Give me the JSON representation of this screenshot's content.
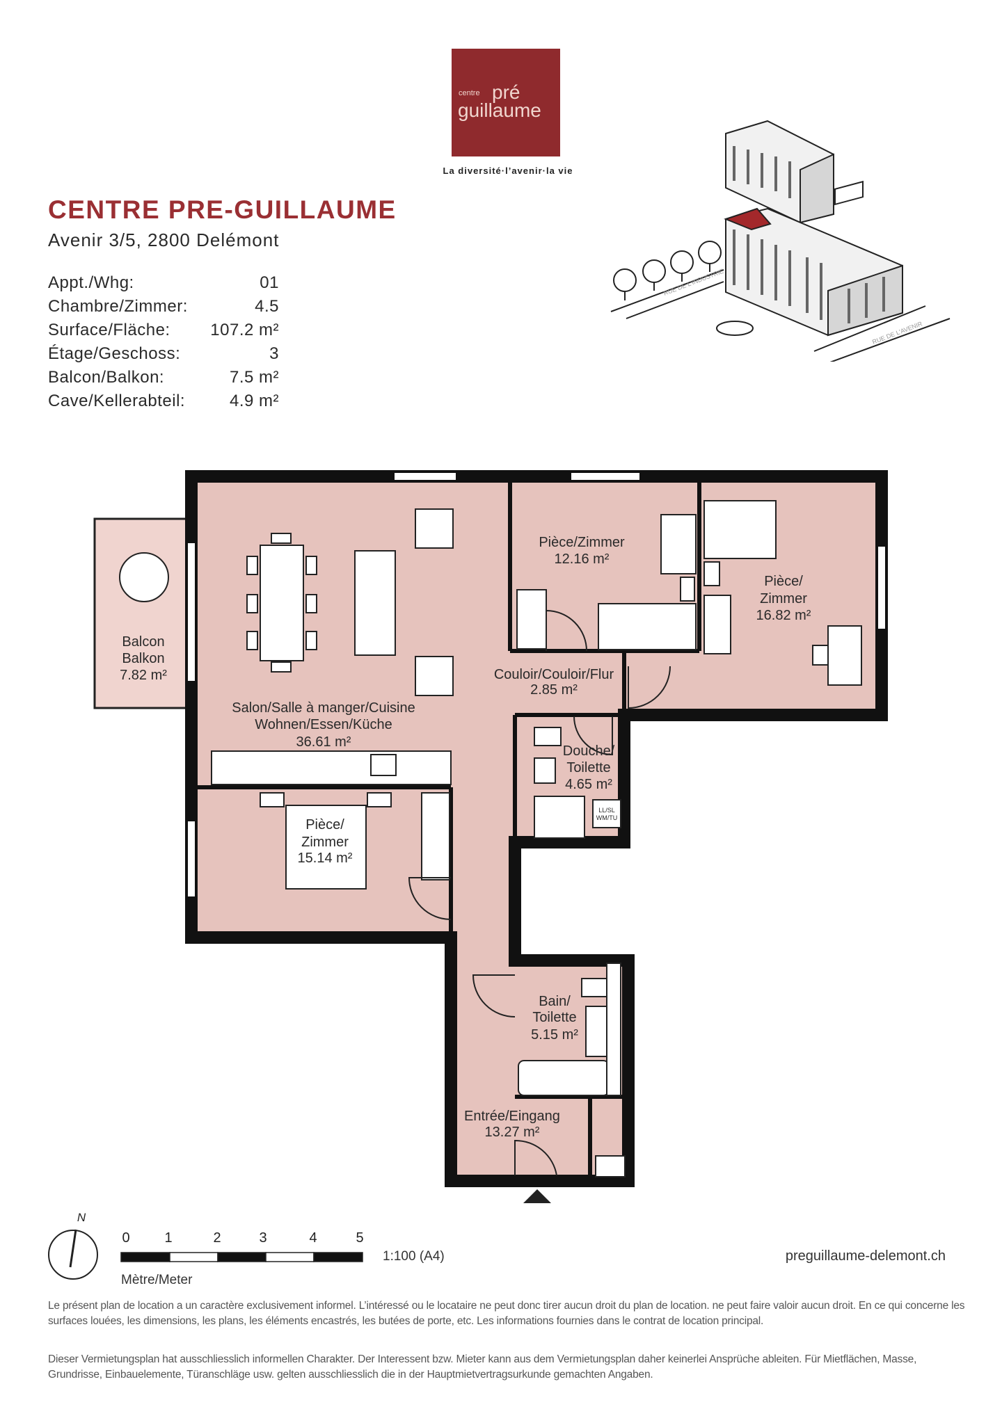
{
  "logo": {
    "line1": "centre",
    "line2": "pré",
    "line3": "guillaume",
    "tagline": "La diversité·l’avenir·la vie"
  },
  "header": {
    "title": "CENTRE PRE-GUILLAUME",
    "address": "Avenir 3/5, 2800 Delémont"
  },
  "info": [
    {
      "label": "Appt./Whg:",
      "value": "01"
    },
    {
      "label": "Chambre/Zimmer:",
      "value": "4.5"
    },
    {
      "label": "Surface/Fläche:",
      "value": "107.2 m²"
    },
    {
      "label": "Étage/Geschoss:",
      "value": "3"
    },
    {
      "label": "Balcon/Balkon:",
      "value": "7.5 m²"
    },
    {
      "label": "Cave/Kellerabteil:",
      "value": "4.9 m²"
    }
  ],
  "building": {
    "street1": "RUE DE L'INDUSTRIE",
    "street2": "RUE DE L'AVENIR",
    "highlight_color": "#a3282b"
  },
  "rooms": {
    "balcony": [
      "Balcon",
      "Balkon",
      "7.82 m²"
    ],
    "room1216": [
      "Pièce/Zimmer",
      "12.16 m²"
    ],
    "room1682": [
      "Pièce/",
      "Zimmer",
      "16.82 m²"
    ],
    "corridor": [
      "Couloir/Couloir/Flur",
      "2.85 m²"
    ],
    "living": [
      "Salon/Salle à manger/Cuisine",
      "Wohnen/Essen/Küche",
      "36.61 m²"
    ],
    "shower": [
      "Douche/",
      "Toilette",
      "4.65 m²"
    ],
    "laundry": [
      "LL/SL",
      "WM/TU"
    ],
    "room1514": [
      "Pièce/",
      "Zimmer",
      "15.14 m²"
    ],
    "bath": [
      "Bain/",
      "Toilette",
      "5.15 m²"
    ],
    "entry": [
      "Entrée/Eingang",
      "13.27 m²"
    ]
  },
  "colors": {
    "floor": "#e6c3bd",
    "brand": "#9a2f33"
  },
  "scale": {
    "north": "N",
    "ticks": [
      "0",
      "1",
      "2",
      "3",
      "4",
      "5"
    ],
    "unit": "Mètre/Meter",
    "ratio": "1:100 (A4)",
    "website": "preguillaume-delemont.ch"
  },
  "footer": {
    "fr": "Le présent plan de location a un caractère exclusivement informel. L’intéressé ou le locataire ne peut donc tirer aucun droit du plan de location. ne peut faire valoir aucun droit. En ce qui concerne les surfaces louées, les dimensions, les plans, les éléments encastrés, les butées de porte, etc. Les informations fournies dans le contrat de location principal.",
    "de": "Dieser Vermietungsplan hat ausschliesslich informellen Charakter. Der Interessent bzw. Mieter kann aus dem Vermietungsplan daher keinerlei Ansprüche ableiten. Für Mietflächen, Masse, Grundrisse, Einbauelemente, Türanschläge usw. gelten ausschliesslich die in der Hauptmietvertragsurkunde gemachten Angaben."
  }
}
